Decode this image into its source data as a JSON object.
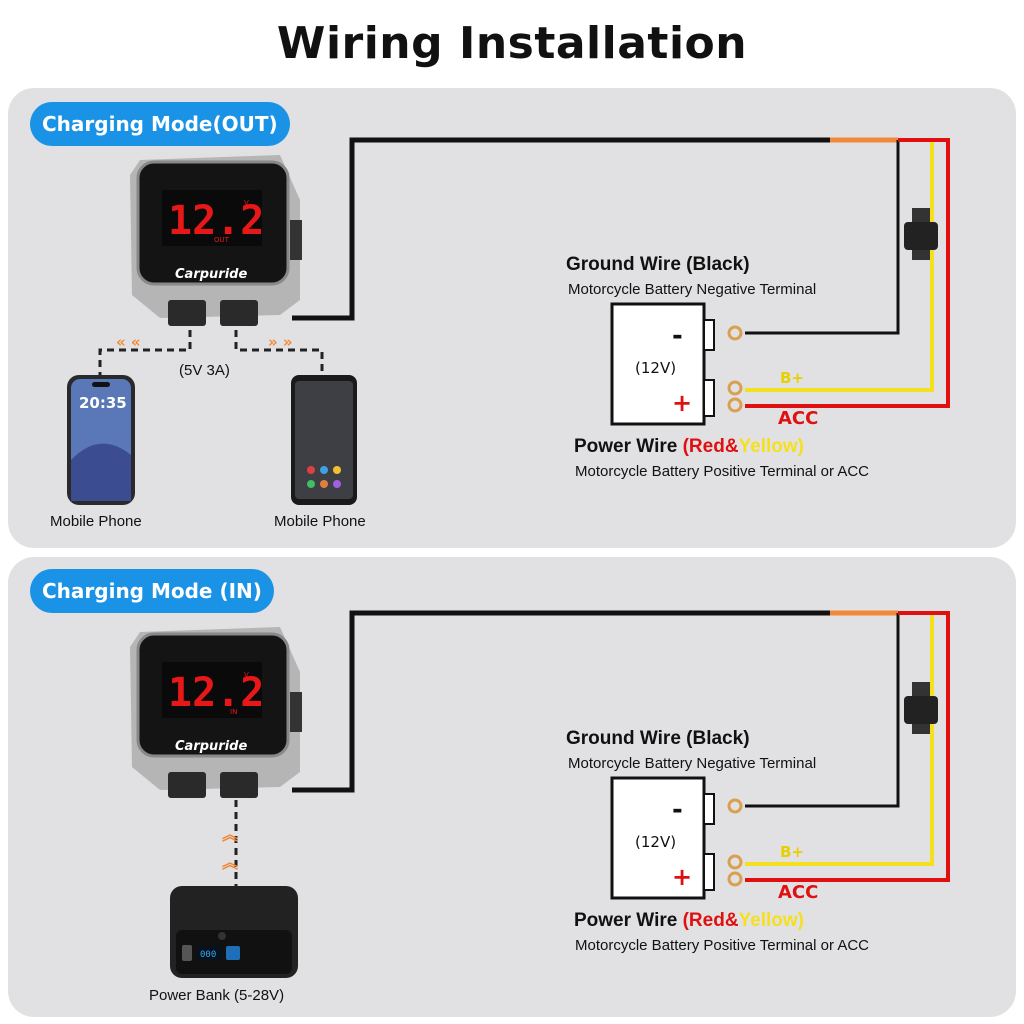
{
  "title": "Wiring Installation",
  "colors": {
    "accent": "#1a93e6",
    "panel": "#e1e1e3",
    "red": "#e01010",
    "yellow": "#f5e020",
    "black": "#111111",
    "orange": "#f08a3a"
  },
  "device": {
    "brand": "Carpuride",
    "reading": "12.2",
    "unit": "V"
  },
  "battery": {
    "voltage": "(12V)",
    "neg": "-",
    "pos": "+"
  },
  "panels": [
    {
      "mode": "Charging Mode(OUT)",
      "output_spec": "(5V 3A)",
      "device_mode_label": "OUT",
      "ground_title": "Ground Wire (Black)",
      "ground_desc": "Motorcycle Battery Negative Terminal",
      "power_prefix": "Power Wire ",
      "power_red": "(Red&",
      "power_yellow": "Yellow)",
      "power_desc": "Motorcycle Battery Positive Terminal or ACC",
      "b_plus": "B+",
      "acc": "ACC",
      "phone_left_label": "Mobile Phone",
      "phone_right_label": "Mobile Phone",
      "phone_time": "20:35"
    },
    {
      "mode": "Charging Mode (IN)",
      "device_mode_label": "IN",
      "ground_title": "Ground Wire (Black)",
      "ground_desc": "Motorcycle Battery Negative Terminal",
      "power_prefix": "Power Wire ",
      "power_red": "(Red&",
      "power_yellow": "Yellow)",
      "power_desc": "Motorcycle Battery Positive Terminal or ACC",
      "b_plus": "B+",
      "acc": "ACC",
      "power_bank_label": "Power Bank (5-28V)",
      "power_bank_display": "000"
    }
  ]
}
